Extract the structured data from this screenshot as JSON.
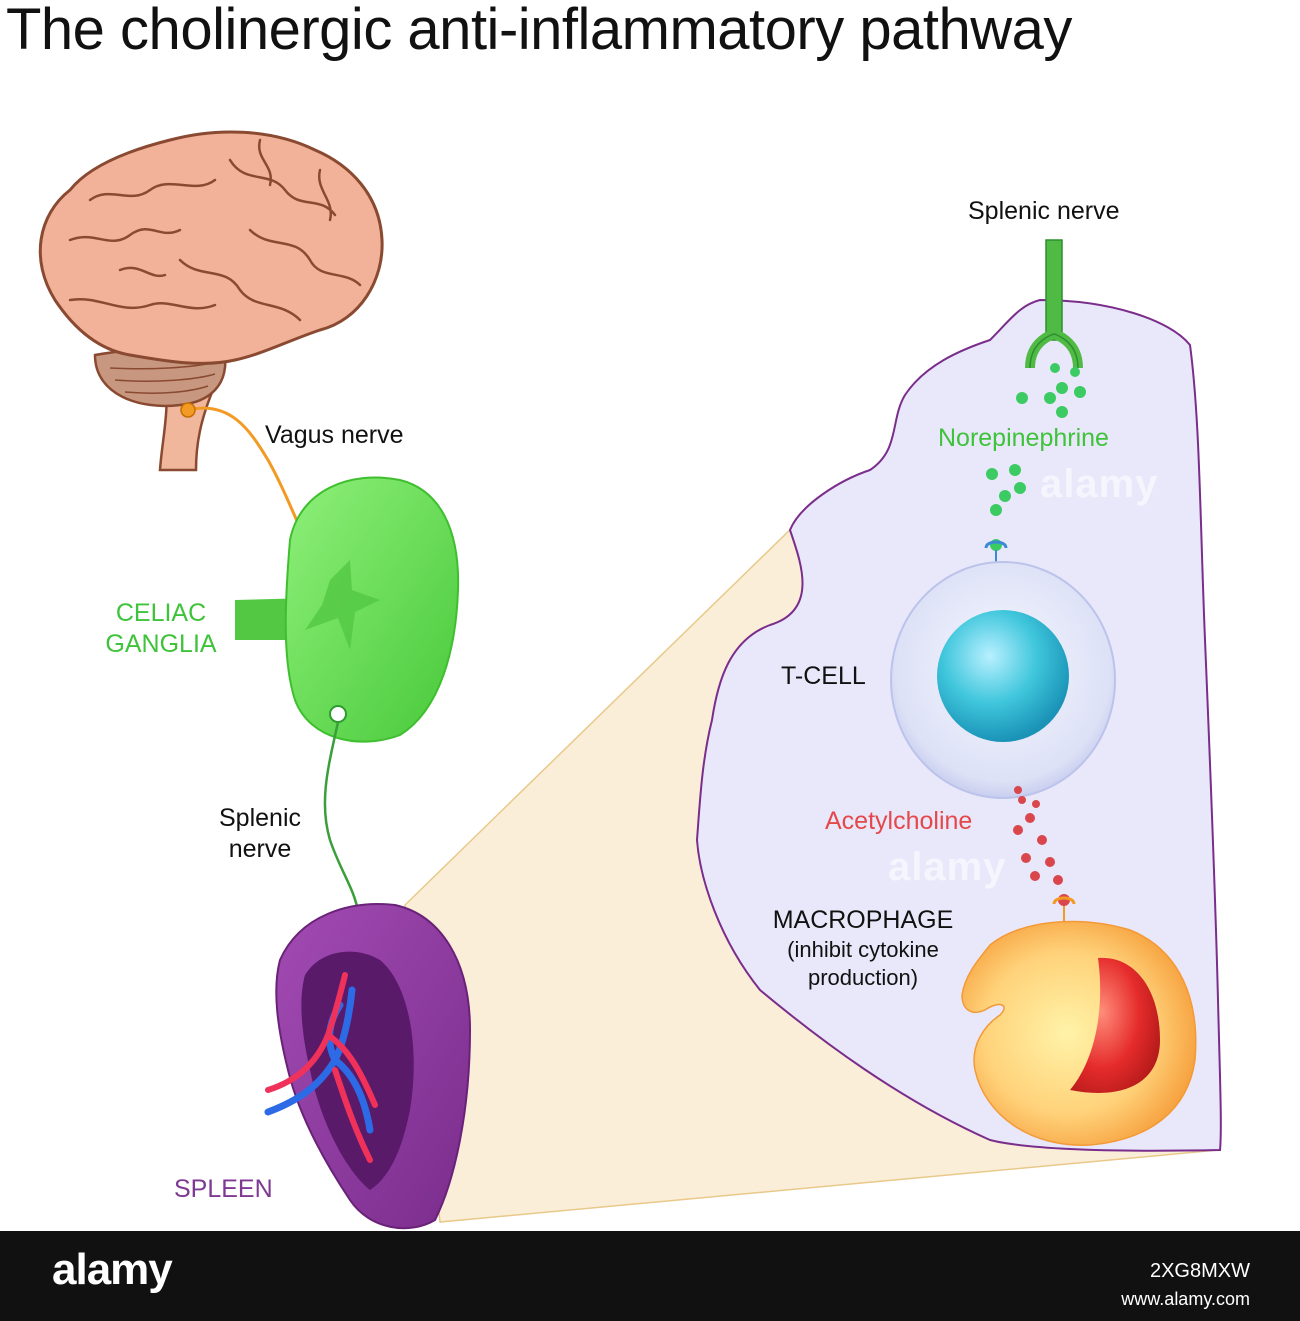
{
  "title": "The cholinergic anti-inflammatory pathway",
  "labels": {
    "vagus_nerve": "Vagus nerve",
    "celiac_line1": "CELIAC",
    "celiac_line2": "GANGLIA",
    "splenic_nerve_left_line1": "Splenic",
    "splenic_nerve_left_line2": "nerve",
    "spleen": "SPLEEN",
    "splenic_nerve_right": "Splenic nerve",
    "norepinephrine": "Norepinephrine",
    "tcell": "T-CELL",
    "acetylcholine": "Acetylcholine",
    "macrophage_line1": "MACROPHAGE",
    "macrophage_line2": "(inhibit cytokine",
    "macrophage_line3": "production)"
  },
  "watermark": "alamy",
  "footer": {
    "logo": "alamy",
    "image_id": "2XG8MXW",
    "url": "www.alamy.com"
  },
  "colors": {
    "brain": "#f2b199",
    "brain_outline": "#8a4a32",
    "brain_stem": "#f0b79d",
    "cerebellum": "#c79680",
    "vagus": "#f39a24",
    "ganglia": "#6ee05a",
    "ganglia_dark": "#3fbf2f",
    "splenic_nerve": "#5cc94d",
    "spleen": "#8e3aa0",
    "spleen_inner": "#5a1a6a",
    "artery": "#f0325a",
    "vein": "#2d6ae6",
    "zoom_region": "#e9e8fb",
    "zoom_outline": "#7a2d8a",
    "callout": "#fbeed8",
    "tcell_outer": "#dfe2f6",
    "tcell_nucleus": "#3bc3d8",
    "macrophage": "#f6a441",
    "macrophage_nucleus": "#e5242a",
    "norepinephrine_dot": "#3ccb63",
    "acetylcholine_dot": "#d9464c"
  }
}
